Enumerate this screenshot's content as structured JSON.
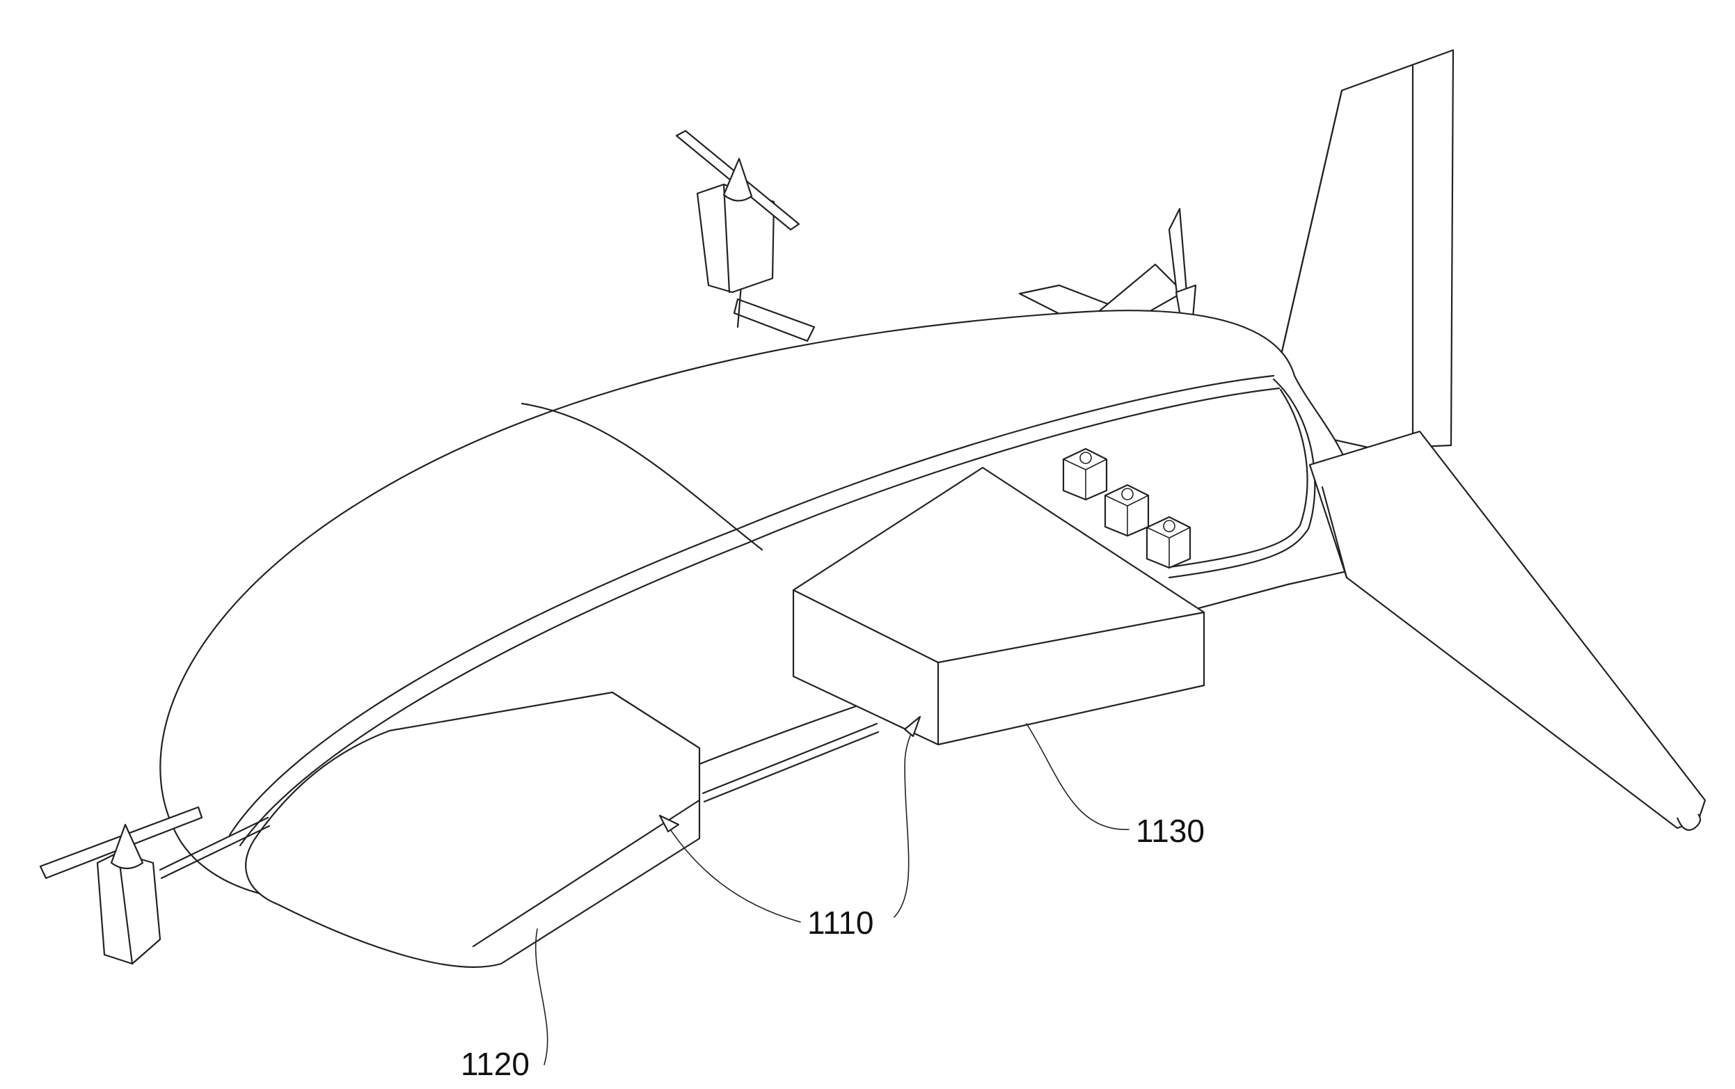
{
  "figure": {
    "reference_labels": {
      "label_1110": "1110",
      "label_1120": "1120",
      "label_1130": "1130"
    },
    "colors": {
      "line": "#222222",
      "background": "#ffffff"
    }
  }
}
